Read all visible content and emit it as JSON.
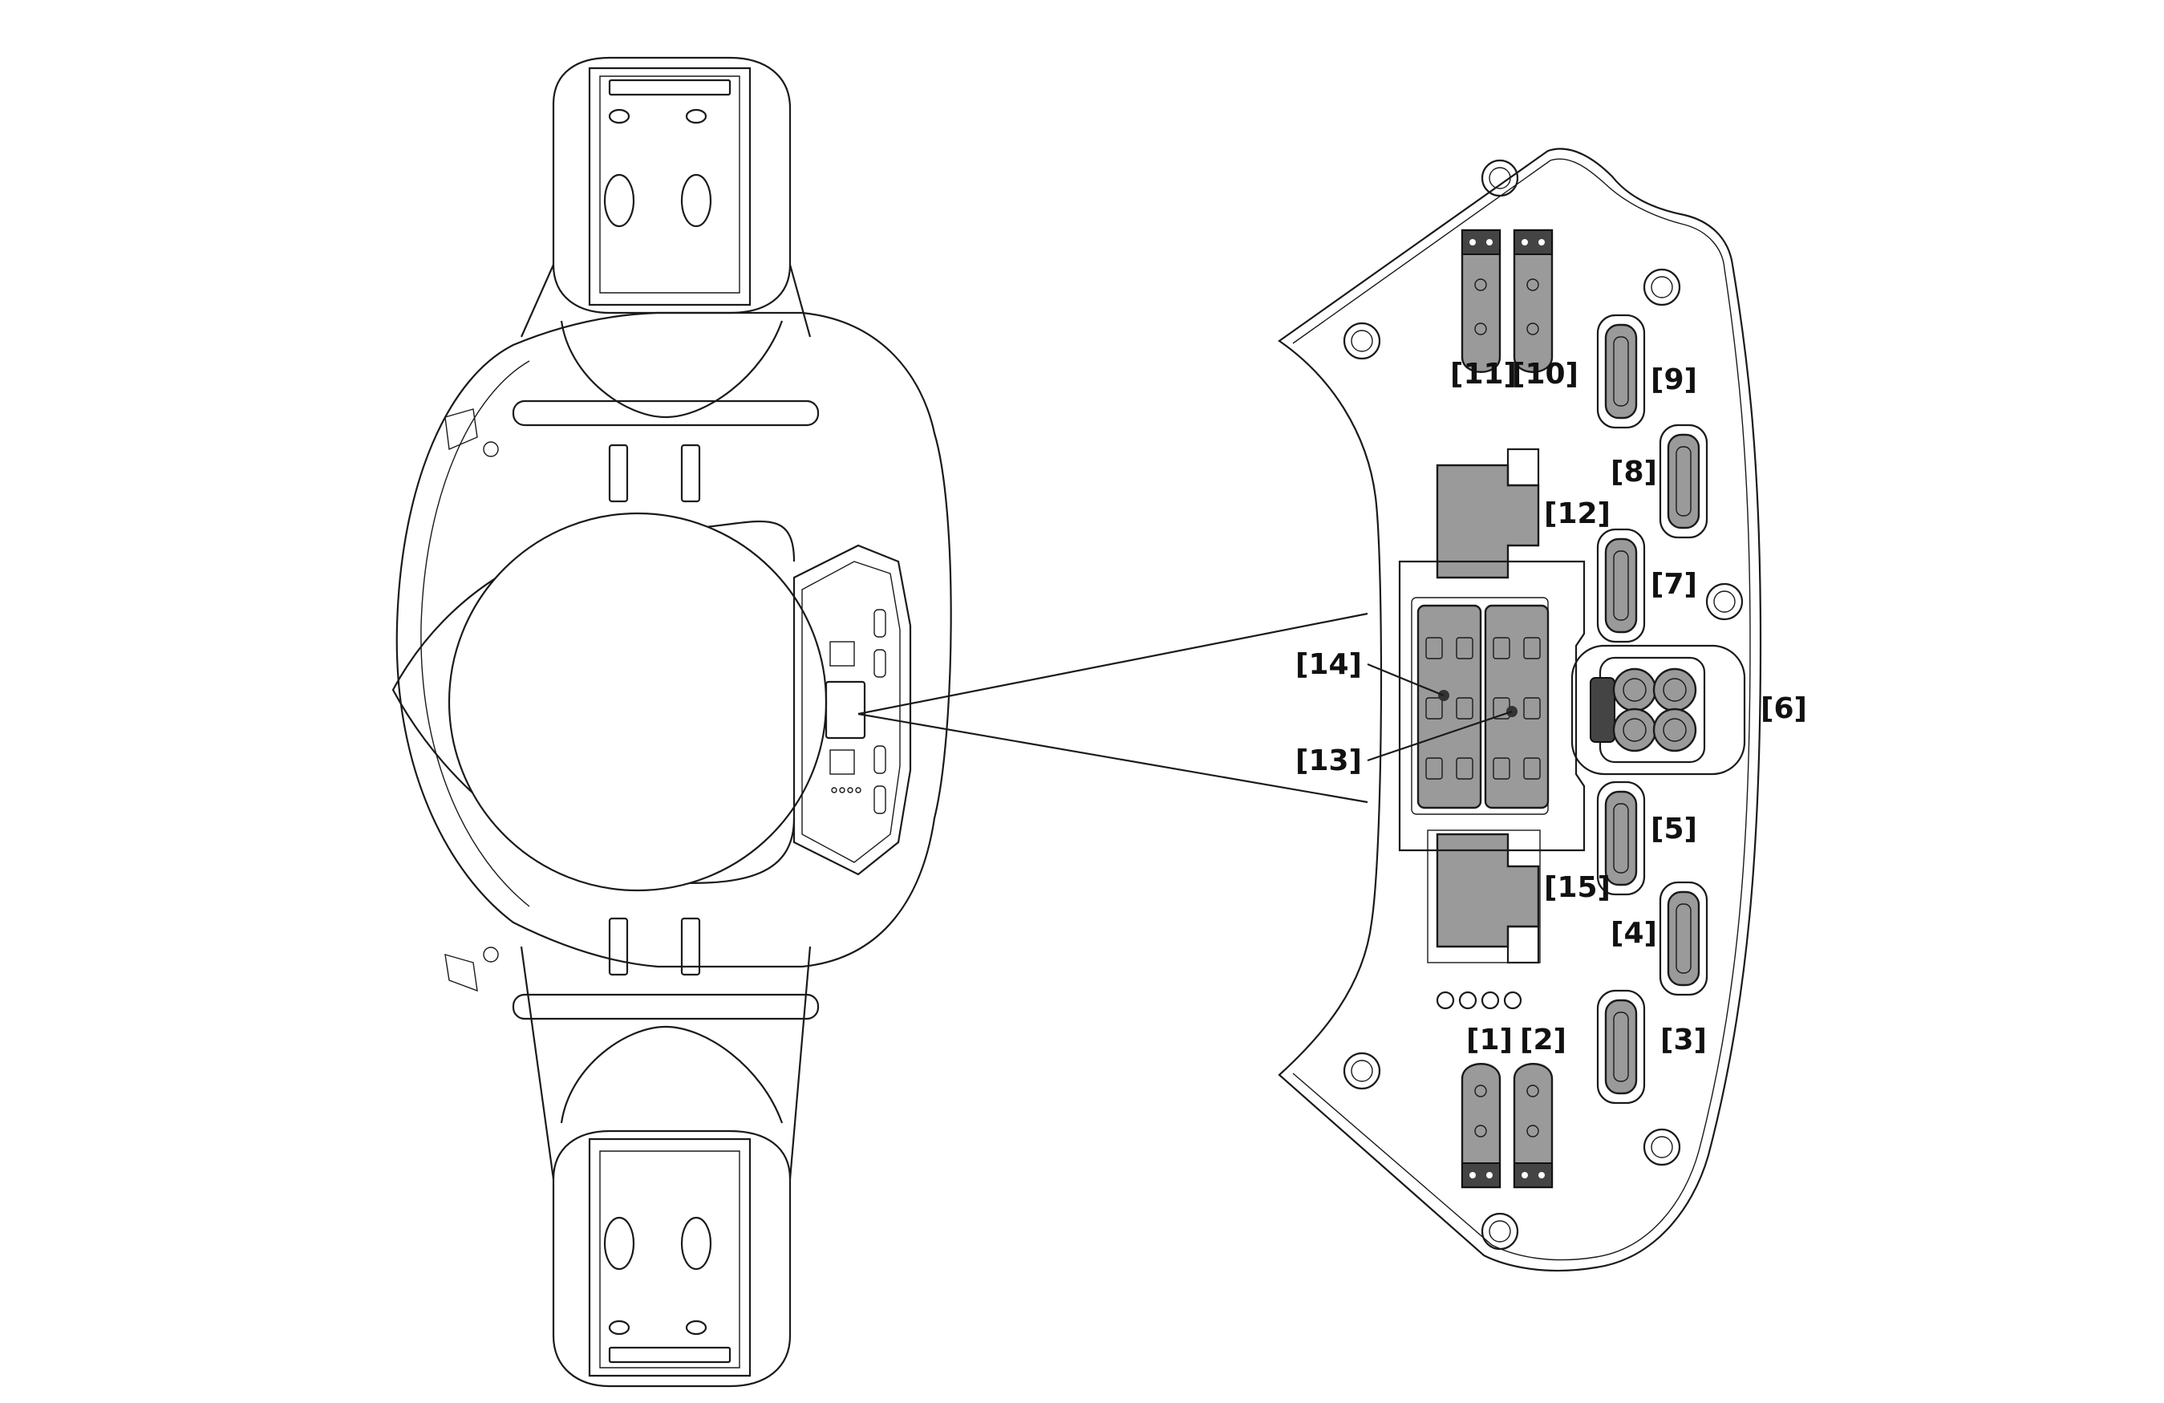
{
  "diagram": {
    "colors": {
      "line": "#1a1a1a",
      "port_fill": "#9a9a9a",
      "background": "#ffffff"
    },
    "callouts": [
      {
        "id": "1",
        "text": "[1]"
      },
      {
        "id": "2",
        "text": "[2]"
      },
      {
        "id": "3",
        "text": "[3]"
      },
      {
        "id": "4",
        "text": "[4]"
      },
      {
        "id": "5",
        "text": "[5]"
      },
      {
        "id": "6",
        "text": "[6]"
      },
      {
        "id": "7",
        "text": "[7]"
      },
      {
        "id": "8",
        "text": "[8]"
      },
      {
        "id": "9",
        "text": "[9]"
      },
      {
        "id": "10",
        "text": "[10]"
      },
      {
        "id": "11",
        "text": "[11]"
      },
      {
        "id": "12",
        "text": "[12]"
      },
      {
        "id": "13",
        "text": "[13]"
      },
      {
        "id": "14",
        "text": "[14]"
      },
      {
        "id": "15",
        "text": "[15]"
      }
    ]
  }
}
